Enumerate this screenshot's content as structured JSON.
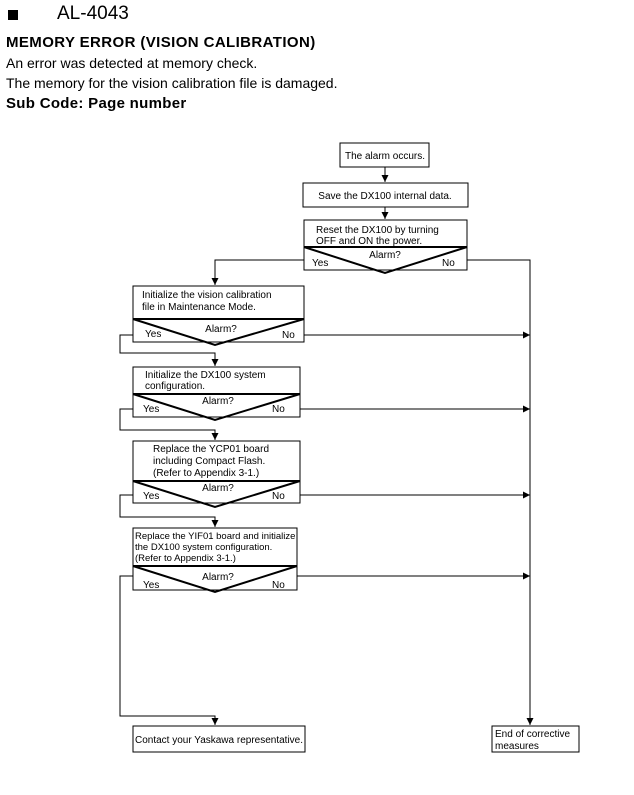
{
  "header": {
    "alarm_code": "AL-4043",
    "title": "MEMORY ERROR (VISION CALIBRATION)",
    "description_lines": [
      "An error was detected at memory check.",
      "The memory for the vision calibration file is damaged."
    ],
    "sub_code": "Sub Code: Page number"
  },
  "flowchart": {
    "start": "The alarm occurs.",
    "save": "Save the DX100 internal data.",
    "reset_lines": [
      "Reset the DX100 by turning",
      "OFF and ON the power."
    ],
    "decision_label": "Alarm?",
    "yes": "Yes",
    "no": "No",
    "step1_lines": [
      "Initialize the vision calibration",
      "file in Maintenance Mode."
    ],
    "step2_lines": [
      "Initialize the DX100 system",
      "configuration."
    ],
    "step3_lines": [
      "Replace the YCP01 board",
      "including Compact Flash.",
      "(Refer to Appendix 3-1.)"
    ],
    "step4_lines": [
      "Replace the YIF01 board and initialize",
      "the DX100 system configuration.",
      "(Refer to Appendix 3-1.)"
    ],
    "contact": "Contact your Yaskawa representative.",
    "end_lines": [
      "End of corrective",
      "measures"
    ]
  }
}
